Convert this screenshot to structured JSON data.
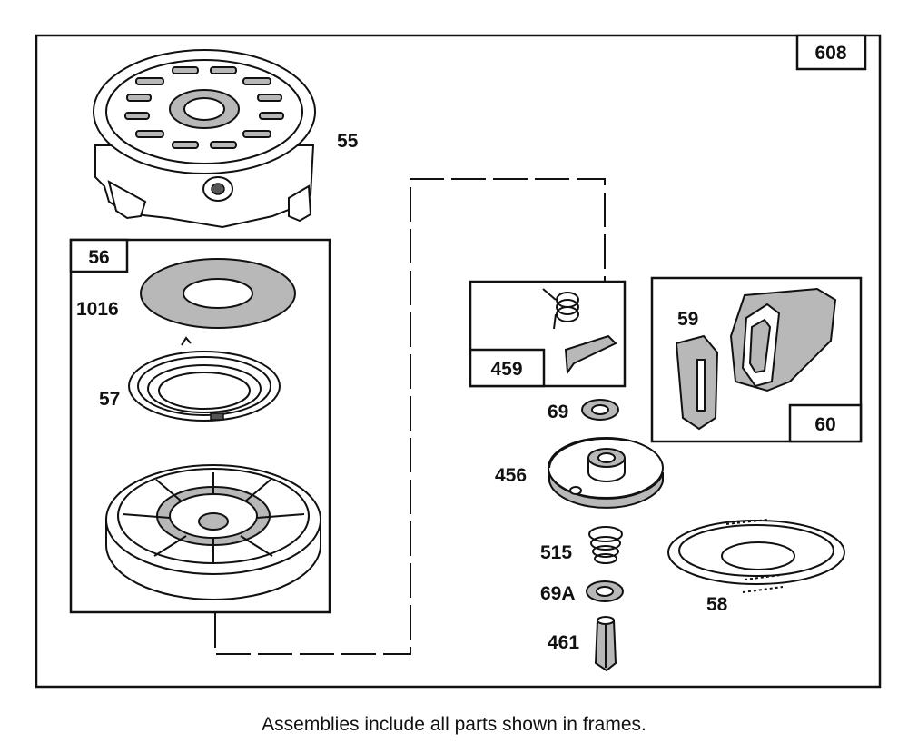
{
  "diagram": {
    "main_frame_label": "608",
    "caption": "Assemblies include all parts shown in frames.",
    "frames": {
      "pulley_frame_label": "56",
      "pawl_frame_label": "459",
      "handle_frame_label": "60"
    },
    "part_labels": {
      "housing": "55",
      "washer_1016": "1016",
      "spring_57": "57",
      "handle_insert": "59",
      "washer_69": "69",
      "ratchet_456": "456",
      "spring_515": "515",
      "washer_69a": "69A",
      "pin_461": "461",
      "rope_58": "58"
    }
  }
}
